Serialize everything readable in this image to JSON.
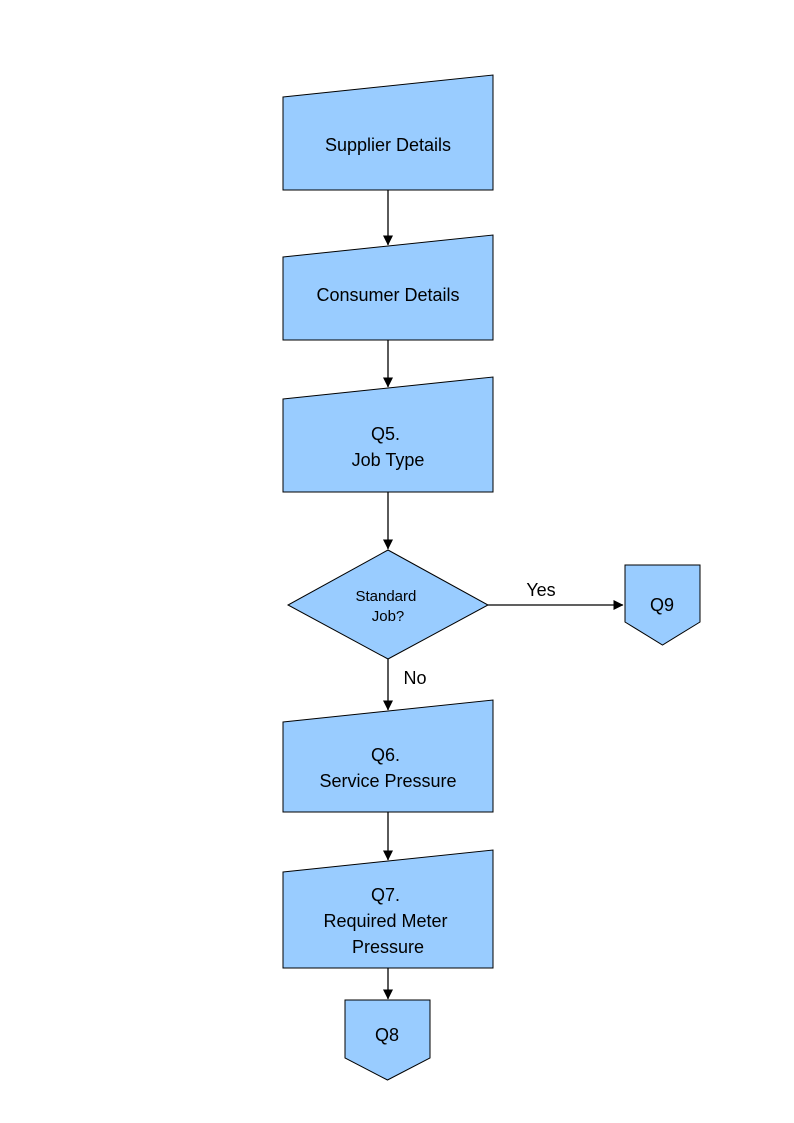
{
  "diagram": {
    "type": "flowchart",
    "colors": {
      "node_fill": "#99CCFF",
      "node_stroke": "#000000",
      "arrow": "#000000",
      "text": "#000000",
      "background": "#FFFFFF"
    },
    "nodes": {
      "supplier": {
        "shape": "manual-input",
        "label": "Supplier Details"
      },
      "consumer": {
        "shape": "manual-input",
        "label": "Consumer Details"
      },
      "q5": {
        "shape": "manual-input",
        "line1": "Q5.",
        "line2": "Job Type"
      },
      "standard_job": {
        "shape": "decision",
        "line1": "Standard",
        "line2": "Job?"
      },
      "q9": {
        "shape": "off-page-connector",
        "label": "Q9"
      },
      "q6": {
        "shape": "manual-input",
        "line1": "Q6.",
        "line2": "Service Pressure"
      },
      "q7": {
        "shape": "manual-input",
        "line1": "Q7.",
        "line2": "Required Meter",
        "line3": "Pressure"
      },
      "q8": {
        "shape": "off-page-connector",
        "label": "Q8"
      }
    },
    "edge_labels": {
      "yes": "Yes",
      "no": "No"
    }
  }
}
